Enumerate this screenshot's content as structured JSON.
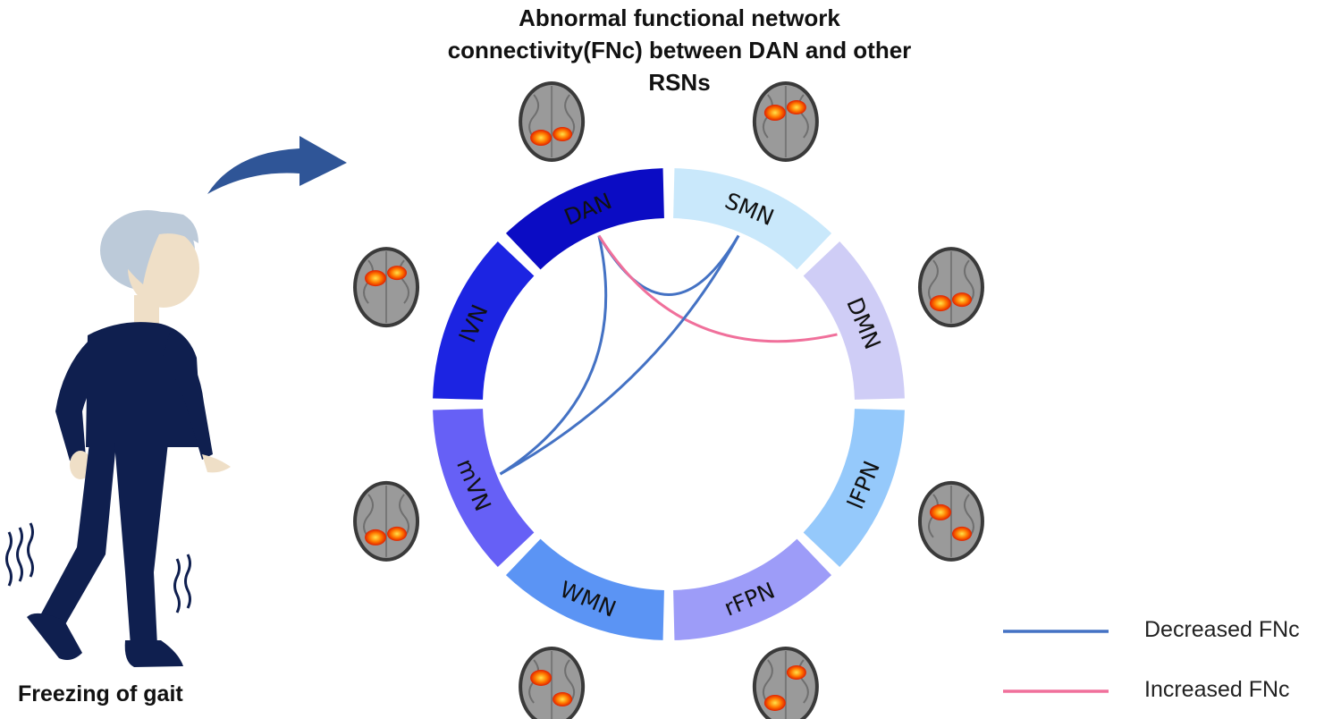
{
  "title_lines": [
    "Abnormal functional network",
    "connectivity(FNc) between DAN and other",
    "RSNs"
  ],
  "figure_caption": "Freezing of gait",
  "networks": [
    {
      "id": "SMN",
      "label": "SMN",
      "color": "#c9e8fb"
    },
    {
      "id": "DMN",
      "label": "DMN",
      "color": "#cfcdf6"
    },
    {
      "id": "lFPN",
      "label": "lFPN",
      "color": "#95c9fb"
    },
    {
      "id": "rFPN",
      "label": "rFPN",
      "color": "#9d9cf8"
    },
    {
      "id": "WMN",
      "label": "WMN",
      "color": "#5b94f4"
    },
    {
      "id": "mVN",
      "label": "mVN",
      "color": "#6660f6"
    },
    {
      "id": "lVN",
      "label": "lVN",
      "color": "#1c24e2"
    },
    {
      "id": "DAN",
      "label": "DAN",
      "color": "#0b0cc4"
    }
  ],
  "connections": [
    {
      "from": "DAN",
      "to": "SMN",
      "type": "decreased"
    },
    {
      "from": "DAN",
      "to": "mVN",
      "type": "decreased"
    },
    {
      "from": "DAN",
      "to": "DMN",
      "type": "increased"
    },
    {
      "from": "SMN",
      "to": "mVN",
      "type": "decreased"
    }
  ],
  "legend": [
    {
      "label": "Decreased FNc",
      "color": "#4472c4",
      "type": "decreased"
    },
    {
      "label": "Increased FNc",
      "color": "#f0709b",
      "type": "increased"
    }
  ],
  "colors": {
    "figure_body": "#0f1f4f",
    "figure_skin": "#efdfc7",
    "figure_hair": "#bccad9",
    "arrow": "#2f5597",
    "brain_gray": "#9a9a9a",
    "activation": "#ff5a00"
  },
  "icons": [
    "walking-person-illustration",
    "curved-arrow",
    "brain-scan-thumbnail",
    "tremor-wave-icon"
  ]
}
